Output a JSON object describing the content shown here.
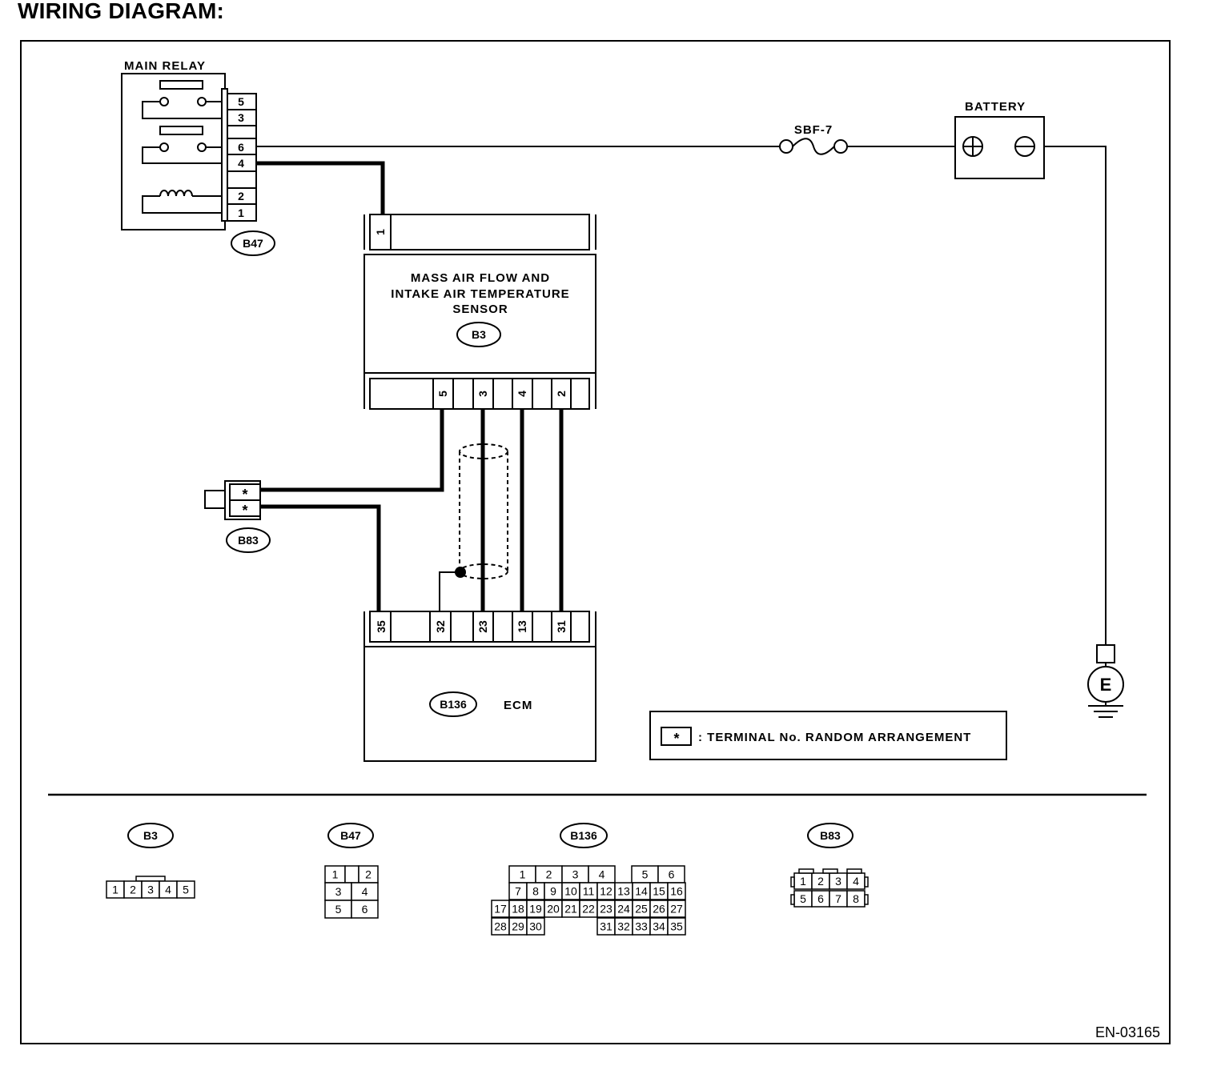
{
  "title": "WIRING DIAGRAM:",
  "components": {
    "main_relay": {
      "label": "MAIN RELAY",
      "connector": "B47",
      "pins": [
        "5",
        "3",
        "6",
        "4",
        "2",
        "1"
      ]
    },
    "battery": {
      "label": "BATTERY"
    },
    "fuse": {
      "label": "SBF-7"
    },
    "maf_sensor": {
      "label_lines": [
        "MASS AIR FLOW AND",
        "INTAKE AIR TEMPERATURE",
        "SENSOR"
      ],
      "connector": "B3",
      "top_pin": "1",
      "bottom_pins": [
        "5",
        "3",
        "4",
        "2"
      ]
    },
    "b83": {
      "connector": "B83",
      "pins": [
        "*",
        "*"
      ]
    },
    "ecm": {
      "label": "ECM",
      "connector": "B136",
      "pins": [
        "35",
        "32",
        "23",
        "13",
        "31"
      ]
    },
    "ground": {
      "symbol": "E"
    }
  },
  "legend": {
    "symbol": "*",
    "text": ": TERMINAL No. RANDOM ARRANGEMENT"
  },
  "connector_views": {
    "b3": {
      "name": "B3",
      "pins": [
        "1",
        "2",
        "3",
        "4",
        "5"
      ]
    },
    "b47": {
      "name": "B47",
      "rows": [
        [
          "1",
          "",
          "2"
        ],
        [
          "3",
          "4"
        ],
        [
          "5",
          "6"
        ]
      ]
    },
    "b136": {
      "name": "B136",
      "rows": [
        [
          "1",
          "2",
          "3",
          "4",
          "5",
          "6"
        ],
        [
          "7",
          "8",
          "9",
          "10",
          "11",
          "12",
          "13",
          "14",
          "15",
          "16"
        ],
        [
          "17",
          "18",
          "19",
          "20",
          "21",
          "22",
          "23",
          "24",
          "25",
          "26",
          "27"
        ],
        [
          "28",
          "29",
          "30",
          "31",
          "32",
          "33",
          "34",
          "35"
        ]
      ]
    },
    "b83": {
      "name": "B83",
      "rows": [
        [
          "1",
          "2",
          "3",
          "4"
        ],
        [
          "5",
          "6",
          "7",
          "8"
        ]
      ]
    }
  },
  "figure_code": "EN-03165"
}
